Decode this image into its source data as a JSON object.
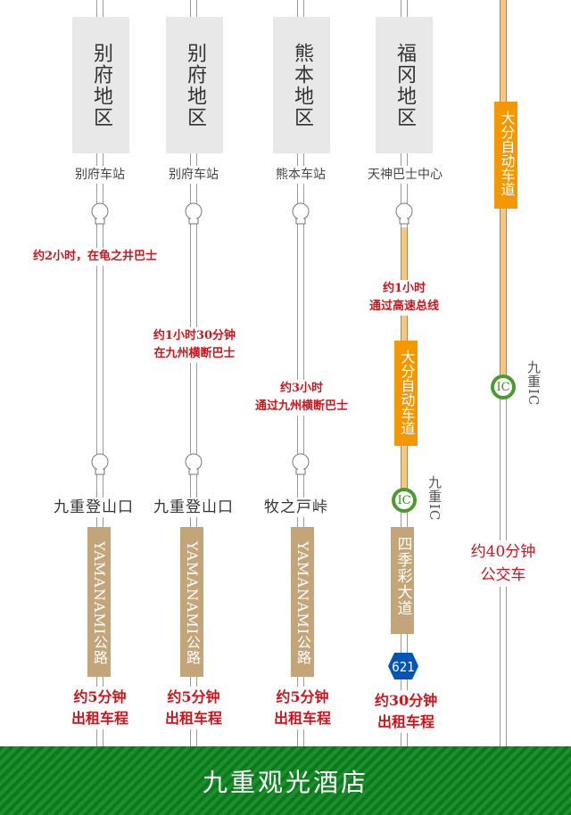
{
  "routes": [
    {
      "region": "别府地区",
      "station": "别府车站",
      "note": [
        "约2小时，在龟之井巴士"
      ],
      "stop": "九重登山口",
      "road": "YAMANAMI公路",
      "final": [
        "约5分钟",
        "出租车程"
      ]
    },
    {
      "region": "别府地区",
      "station": "别府车站",
      "note": [
        "约1小时30分钟",
        "在九州横断巴士"
      ],
      "stop": "九重登山口",
      "road": "YAMANAMI公路",
      "final": [
        "约5分钟",
        "出租车程"
      ]
    },
    {
      "region": "熊本地区",
      "station": "熊本车站",
      "note": [
        "约3小时",
        "通过九州横断巴士"
      ],
      "stop": "牧之戸峠",
      "road": "YAMANAMI公路",
      "final": [
        "约5分钟",
        "出租车程"
      ]
    },
    {
      "region": "福冈地区",
      "station": "天神巴士中心",
      "note": [
        "约1小时",
        "通过高速总线"
      ],
      "expressway": "大分自动车道",
      "ic_badge": "IC",
      "ic_label": "九重IC",
      "road": "四季彩大道",
      "route_number": "621",
      "final": [
        "约30分钟",
        "出租车程"
      ]
    },
    {
      "expressway": "大分自动车道",
      "ic_badge": "IC",
      "ic_label": "九重IC",
      "final": [
        "约40分钟",
        "公交车"
      ]
    }
  ],
  "icons": {
    "bus_stop": "bus-stop-icon",
    "interchange": "ic-circle-icon",
    "route_sign": "hexagon-route-sign-icon"
  },
  "colors": {
    "note_red": "#d0141c",
    "expressway_orange": "#f39800",
    "road_tan": "#c4a57a",
    "ic_green": "#4a9a2e",
    "route_blue": "#0055b8",
    "footer_green": "#0b7a1c"
  },
  "footer": {
    "destination": "九重观光酒店"
  }
}
